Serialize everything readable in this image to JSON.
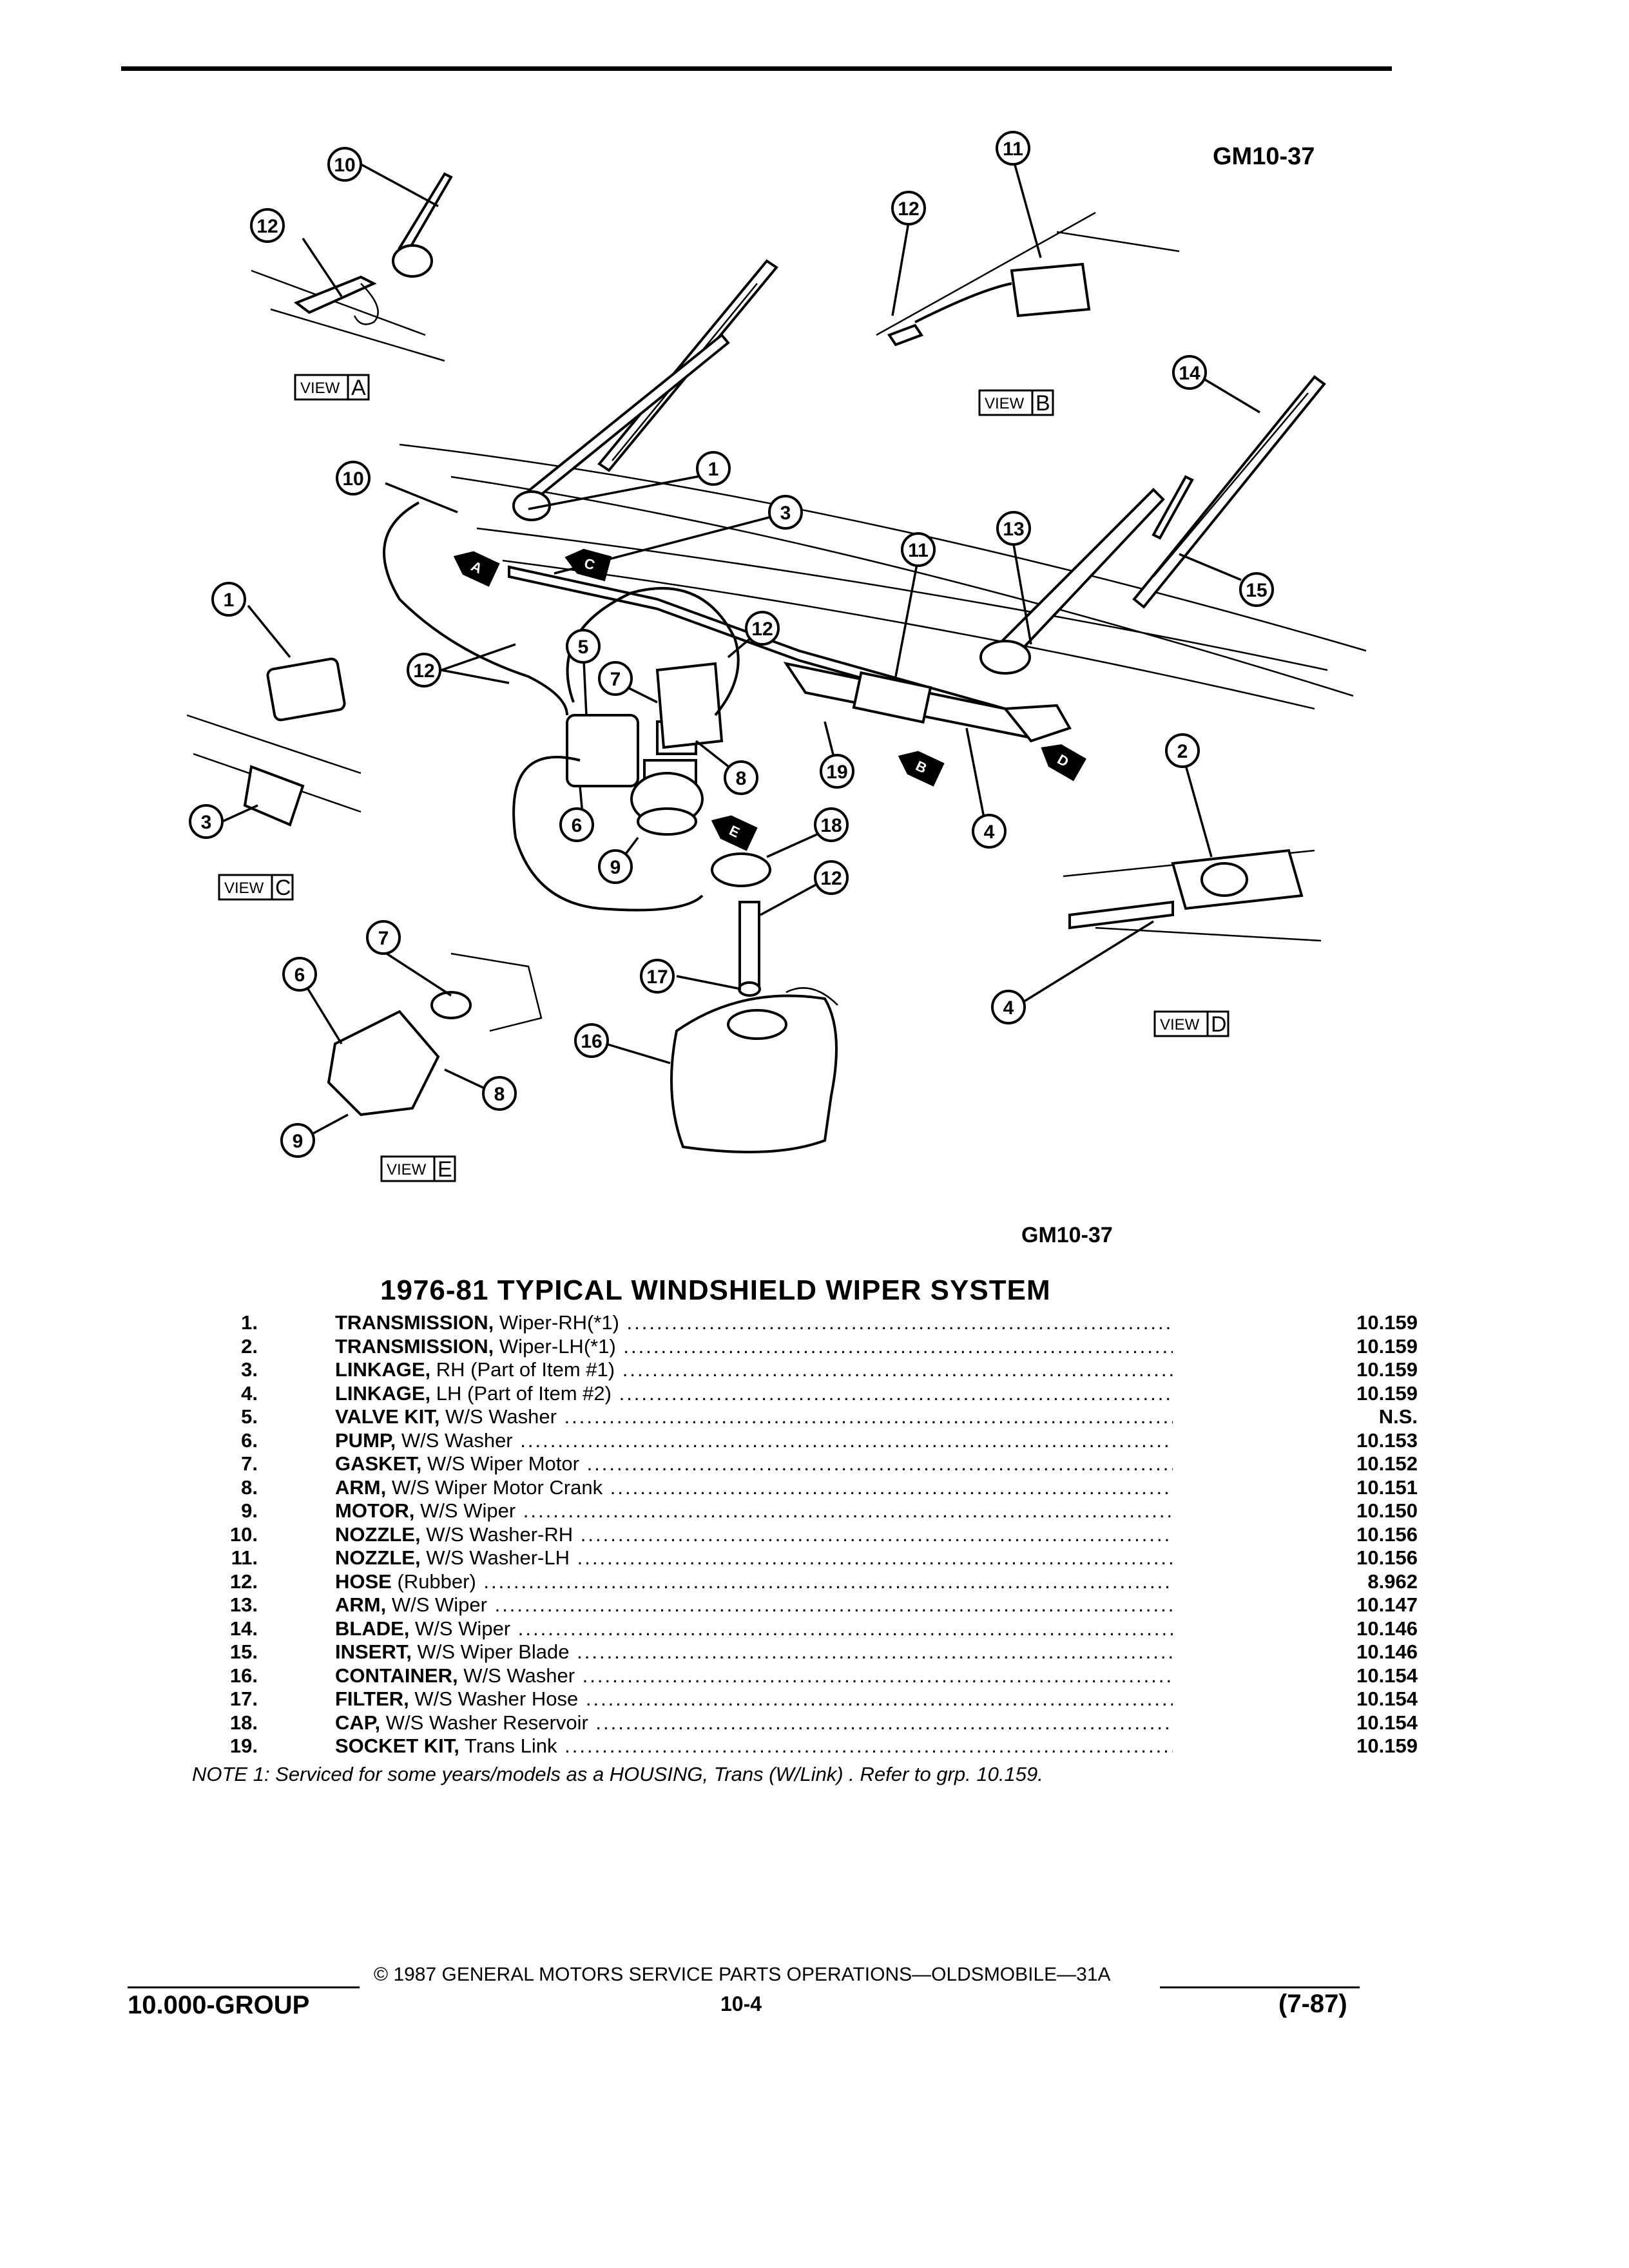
{
  "figure_code": "GM10-37",
  "figure_code_bottom": "GM10-37",
  "title": "1976-81 TYPICAL WINDSHIELD WIPER SYSTEM",
  "views": [
    "VIEW A",
    "VIEW B",
    "VIEW C",
    "VIEW D",
    "VIEW E"
  ],
  "view_word": "VIEW",
  "view_letters": [
    "A",
    "B",
    "C",
    "D",
    "E"
  ],
  "callouts": [
    "1",
    "2",
    "3",
    "4",
    "5",
    "6",
    "7",
    "8",
    "9",
    "10",
    "11",
    "12",
    "13",
    "14",
    "15",
    "16",
    "17",
    "18",
    "19"
  ],
  "parts": [
    {
      "num": "1.",
      "name": "TRANSMISSION,",
      "detail": "Wiper-RH(*1)",
      "group": "10.159"
    },
    {
      "num": "2.",
      "name": "TRANSMISSION,",
      "detail": "Wiper-LH(*1)",
      "group": "10.159"
    },
    {
      "num": "3.",
      "name": "LINKAGE,",
      "detail": "RH (Part of Item #1)",
      "group": "10.159"
    },
    {
      "num": "4.",
      "name": "LINKAGE,",
      "detail": "LH (Part of Item #2)",
      "group": "10.159"
    },
    {
      "num": "5.",
      "name": "VALVE KIT,",
      "detail": "W/S Washer",
      "group": "N.S."
    },
    {
      "num": "6.",
      "name": "PUMP,",
      "detail": "W/S Washer",
      "group": "10.153"
    },
    {
      "num": "7.",
      "name": "GASKET,",
      "detail": "W/S Wiper Motor",
      "group": "10.152"
    },
    {
      "num": "8.",
      "name": "ARM,",
      "detail": "W/S Wiper Motor Crank",
      "group": "10.151"
    },
    {
      "num": "9.",
      "name": "MOTOR,",
      "detail": "W/S Wiper",
      "group": "10.150"
    },
    {
      "num": "10.",
      "name": "NOZZLE,",
      "detail": "W/S Washer-RH",
      "group": "10.156"
    },
    {
      "num": "11.",
      "name": "NOZZLE,",
      "detail": "W/S Washer-LH",
      "group": "10.156"
    },
    {
      "num": "12.",
      "name": "HOSE",
      "detail": "(Rubber)",
      "group": "8.962"
    },
    {
      "num": "13.",
      "name": "ARM,",
      "detail": "W/S Wiper",
      "group": "10.147"
    },
    {
      "num": "14.",
      "name": "BLADE,",
      "detail": "W/S Wiper",
      "group": "10.146"
    },
    {
      "num": "15.",
      "name": "INSERT,",
      "detail": "W/S Wiper Blade",
      "group": "10.146"
    },
    {
      "num": "16.",
      "name": "CONTAINER,",
      "detail": "W/S Washer",
      "group": "10.154"
    },
    {
      "num": "17.",
      "name": "FILTER,",
      "detail": "W/S Washer Hose",
      "group": "10.154"
    },
    {
      "num": "18.",
      "name": "CAP,",
      "detail": "W/S Washer Reservoir",
      "group": "10.154"
    },
    {
      "num": "19.",
      "name": "SOCKET KIT,",
      "detail": "Trans Link",
      "group": "10.159"
    }
  ],
  "note": "NOTE 1: Serviced for some years/models as a HOUSING, Trans (W/Link) . Refer to grp. 10.159.",
  "footer": {
    "copyright": "© 1987  GENERAL MOTORS SERVICE PARTS OPERATIONS—OLDSMOBILE—31A",
    "group": "10.000-GROUP",
    "page": "10-4",
    "date": "(7-87)"
  }
}
